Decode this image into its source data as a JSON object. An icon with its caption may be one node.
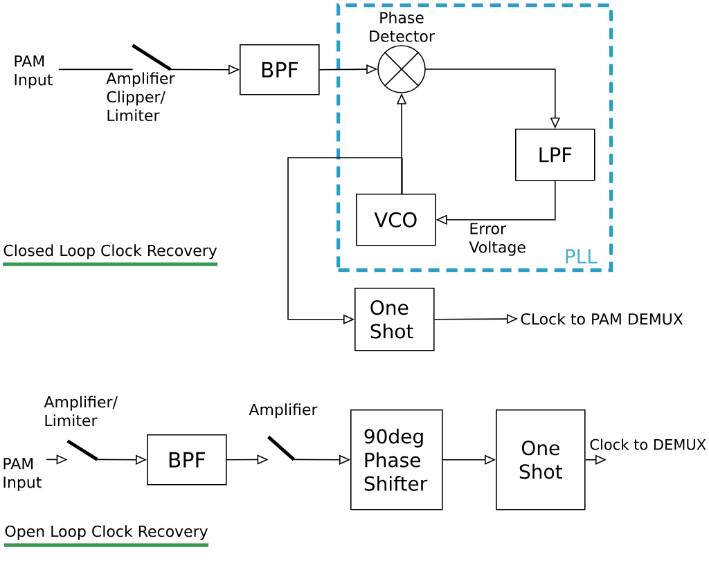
{
  "diagram": {
    "nodes": [
      {
        "text": [
          "PAM Input"
        ]
      },
      {
        "text": [],
        "shape": "switch",
        "beside": [
          "Amplifier Clipper/ Limiter"
        ]
      },
      {
        "text": [
          "BPF"
        ]
      },
      {
        "text": [
          "PLL"
        ]
      },
      {
        "text": [],
        "shape": "circle",
        "beside": [
          "Phase Detector"
        ],
        "in": 3
      },
      {
        "text": [
          "LPF"
        ],
        "in": 3
      },
      {
        "text": [
          "VCO"
        ],
        "in": 3
      },
      {
        "text": [
          "One Shot"
        ]
      },
      {
        "text": [
          "CLock to PAM DEMUX"
        ]
      },
      {
        "text": [
          "PAM Input"
        ]
      },
      {
        "text": [],
        "shape": "switch",
        "beside": [
          "Amplifier/ Limiter"
        ]
      },
      {
        "text": [
          "BPF"
        ]
      },
      {
        "text": [],
        "shape": "switch",
        "beside": [
          "Amplifier"
        ]
      },
      {
        "text": [
          "90deg Phase Shifter"
        ]
      },
      {
        "text": [
          "One Shot"
        ]
      },
      {
        "text": [
          "Clock to DEMUX"
        ]
      }
    ],
    "edges": [
      {
        "from": 0,
        "to": 1,
        "arrow": "none"
      },
      {
        "from": 1,
        "to": 2,
        "arrow": "to"
      },
      {
        "from": 2,
        "to": 4,
        "arrow": "to"
      },
      {
        "from": 4,
        "to": 5,
        "arrow": "to"
      },
      {
        "from": 5,
        "to": 6,
        "arrow": "to",
        "label": "Error Voltage"
      },
      {
        "from": 6,
        "to": 4,
        "arrow": "to"
      },
      {
        "from": 6,
        "to": 7,
        "arrow": "to"
      },
      {
        "from": 7,
        "to": 8,
        "arrow": "to"
      },
      {
        "from": 9,
        "to": 10,
        "arrow": "to"
      },
      {
        "from": 10,
        "to": 11,
        "arrow": "to"
      },
      {
        "from": 11,
        "to": 12,
        "arrow": "to"
      },
      {
        "from": 12,
        "to": 13,
        "arrow": "to"
      },
      {
        "from": 13,
        "to": 14,
        "arrow": "to"
      },
      {
        "from": 14,
        "to": 15,
        "arrow": "to"
      }
    ],
    "labels": [
      "Closed Loop Clock Recovery",
      "Open Loop Clock Recovery"
    ]
  }
}
